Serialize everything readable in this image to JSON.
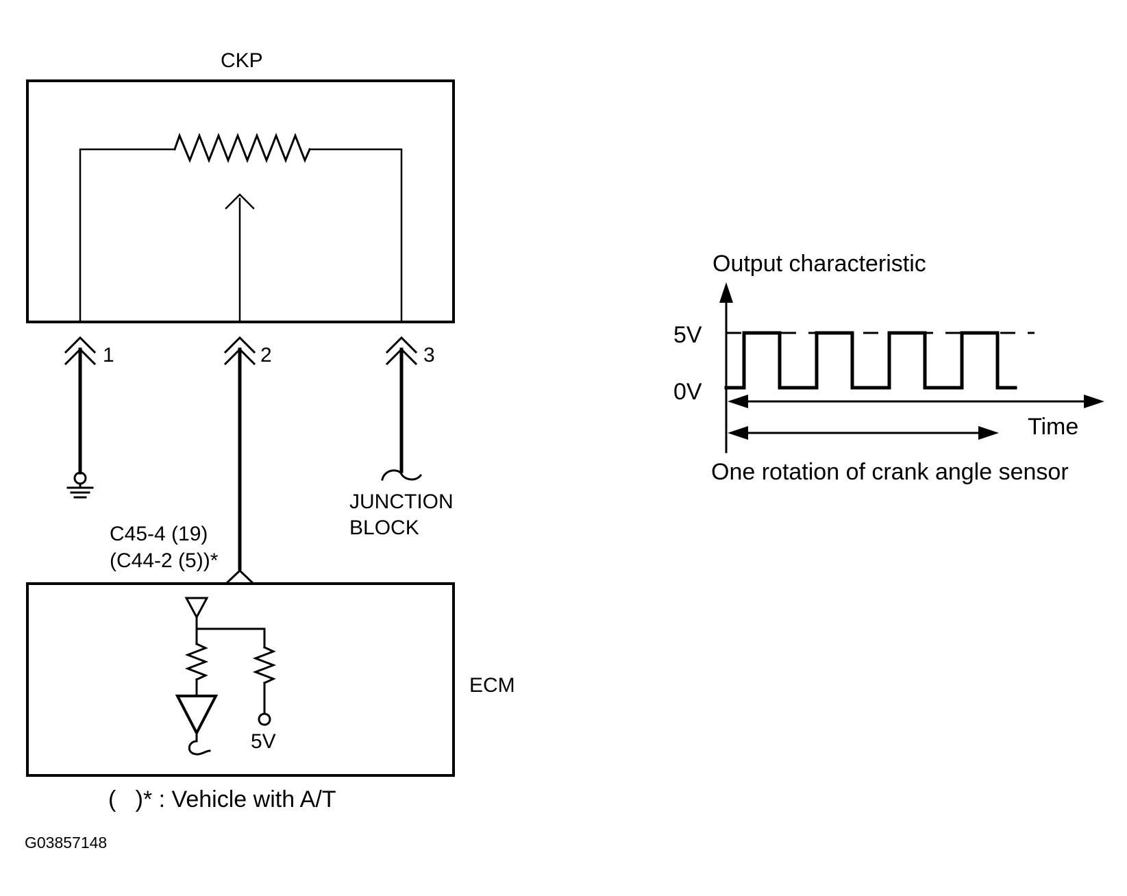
{
  "labels": {
    "ckp": "CKP",
    "ecm": "ECM",
    "pin1": "1",
    "pin2": "2",
    "pin3": "3",
    "junction_line1": "JUNCTION",
    "junction_line2": "BLOCK",
    "connector_line1": "C45-4 (19)",
    "connector_line2": "(C44-2 (5))*",
    "ecm_5v": "5V",
    "footnote": "(   )* : Vehicle with A/T",
    "figure_id": "G03857148"
  },
  "graph": {
    "title": "Output characteristic",
    "high_label": "5V",
    "low_label": "0V",
    "time_label": "Time",
    "caption": "One rotation of crank angle sensor"
  },
  "icons": {
    "ground": "ground-icon",
    "junction": "junction-block-icon",
    "resistor": "resistor-icon",
    "amplifier": "amplifier-icon"
  },
  "colors": {
    "ink": "#000000",
    "background": "#ffffff"
  }
}
